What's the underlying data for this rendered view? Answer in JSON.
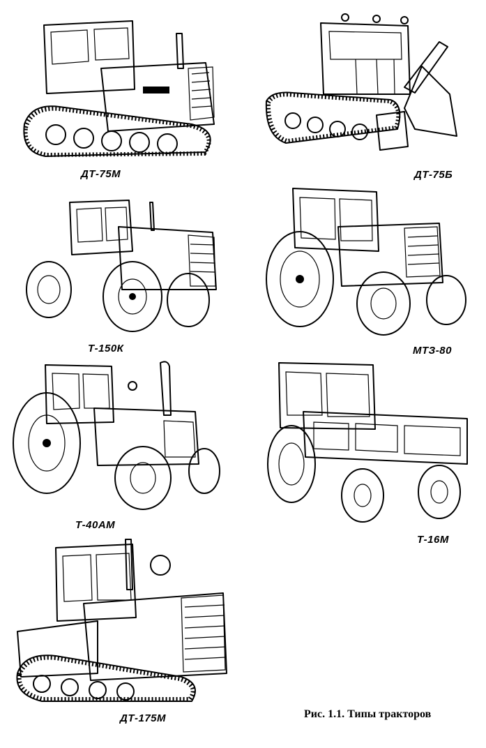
{
  "figure": {
    "caption": "Рис. 1.1. Типы тракторов"
  },
  "tractors": [
    {
      "label": "ДТ-75М"
    },
    {
      "label": "ДТ-75Б"
    },
    {
      "label": "Т-150К"
    },
    {
      "label": "МТЗ-80"
    },
    {
      "label": "Т-40АМ"
    },
    {
      "label": "Т-16М"
    },
    {
      "label": "ДТ-175М"
    }
  ]
}
